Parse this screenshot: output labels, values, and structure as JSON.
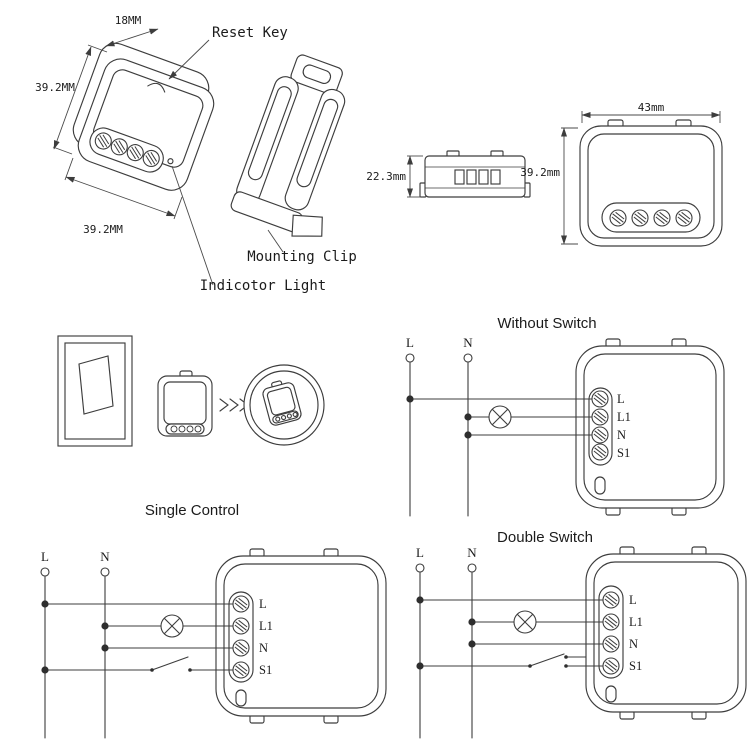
{
  "page": {
    "background": "#ffffff",
    "line_color": "#3d3d3d",
    "text_color": "#1b1b1b"
  },
  "isometric": {
    "dim_depth": "18MM",
    "dim_height": "39.2MM",
    "dim_width": "39.2MM",
    "label_reset_key": "Reset Key",
    "label_mounting_clip": "Mounting Clip",
    "label_indicator_light": "Indicotor Light"
  },
  "ortho": {
    "dim_side_depth": "22.3mm",
    "dim_front_width": "43mm",
    "dim_front_height": "39.2mm"
  },
  "install": {
    "title": "Single Control"
  },
  "without_switch": {
    "title": "Without Switch",
    "line_live": "L",
    "line_neutral": "N",
    "terminals": [
      "L",
      "L1",
      "N",
      "S1"
    ]
  },
  "single_control": {
    "line_live": "L",
    "line_neutral": "N",
    "terminals": [
      "L",
      "L1",
      "N",
      "S1"
    ]
  },
  "double_switch": {
    "title": "Double Switch",
    "line_live": "L",
    "line_neutral": "N",
    "terminals": [
      "L",
      "L1",
      "N",
      "S1"
    ]
  },
  "icons": {
    "lamp": "circle-with-x load symbol",
    "screw_terminal": "hatched-circle screw head",
    "junction": "filled dot",
    "line_end": "open circle",
    "switch": "diagonal blade contact"
  }
}
